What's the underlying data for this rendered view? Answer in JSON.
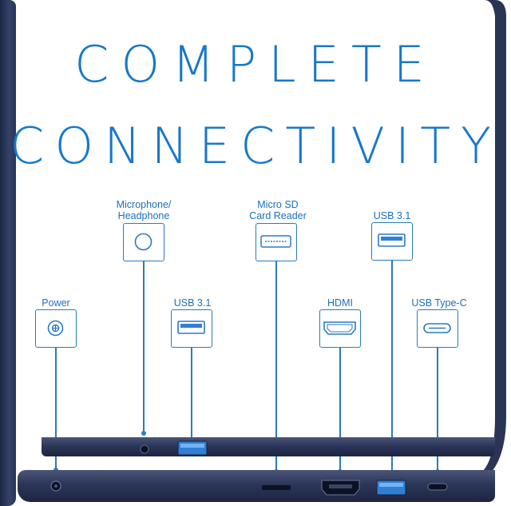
{
  "headline": {
    "line1": "COMPLETE",
    "line2": "CONNECTIVITY"
  },
  "ports": [
    {
      "label": "Power",
      "icon": "power-icon"
    },
    {
      "label": "Microphone/\nHeadphone",
      "icon": "audio-jack-icon"
    },
    {
      "label": "USB 3.1",
      "icon": "usb-a-icon"
    },
    {
      "label": "Micro SD\nCard Reader",
      "icon": "sd-card-icon"
    },
    {
      "label": "HDMI",
      "icon": "hdmi-icon"
    },
    {
      "label": "USB 3.1",
      "icon": "usb-a-icon"
    },
    {
      "label": "USB Type-C",
      "icon": "usb-c-icon"
    }
  ],
  "colors": {
    "accent": "#1878c8",
    "laptop_body": "#2c3658",
    "usb_blue": "#2f7fd6"
  }
}
